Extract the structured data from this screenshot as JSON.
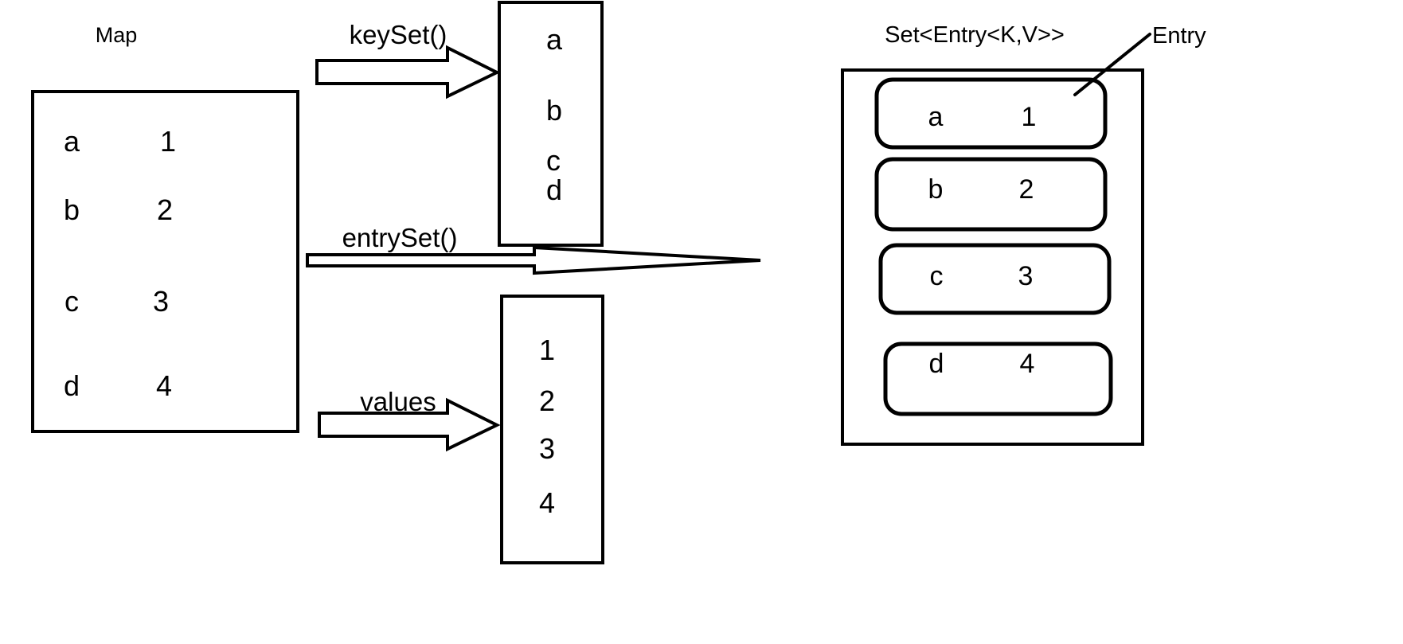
{
  "diagram": {
    "title_map": "Map",
    "title_set": "Set<Entry<K,V>>",
    "annotation_entry": "Entry"
  },
  "map_box": {
    "name": "Map",
    "rows": [
      {
        "key": "a",
        "value": "1"
      },
      {
        "key": "b",
        "value": "2"
      },
      {
        "key": "c",
        "value": "3"
      },
      {
        "key": "d",
        "value": "4"
      }
    ]
  },
  "arrows": [
    {
      "id": "keyset",
      "label": "keySet()"
    },
    {
      "id": "entryset",
      "label": "entrySet()"
    },
    {
      "id": "values",
      "label": "values"
    }
  ],
  "keys_box": {
    "name": "keySet",
    "items": [
      "a",
      "b",
      "c",
      "d"
    ]
  },
  "values_box": {
    "name": "values",
    "items": [
      "1",
      "2",
      "3",
      "4"
    ]
  },
  "entry_set_box": {
    "name": "Set<Entry<K,V>>",
    "entries": [
      {
        "key": "a",
        "value": "1"
      },
      {
        "key": "b",
        "value": "2"
      },
      {
        "key": "c",
        "value": "3"
      },
      {
        "key": "d",
        "value": "4"
      }
    ]
  },
  "colors": {
    "stroke": "#000000",
    "background": "#ffffff",
    "text": "#000000"
  }
}
